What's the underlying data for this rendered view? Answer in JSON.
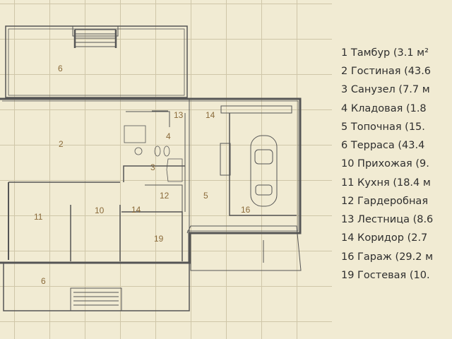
{
  "rooms": {
    "r6a": "6",
    "r2": "2",
    "r3": "3",
    "r4": "4",
    "r13": "13",
    "r14a": "14",
    "r5": "5",
    "r16": "16",
    "r12": "12",
    "r14b": "14",
    "r10": "10",
    "r11": "11",
    "r19": "19",
    "r6b": "6"
  },
  "legend": [
    "1 Тамбур (3.1 м²",
    "2 Гостиная (43.6",
    "3 Санузел (7.7 м",
    "4 Кладовая (1.8",
    "5 Топочная (15.",
    "6 Терраса (43.4",
    "10 Прихожая (9.",
    "11 Кухня (18.4 м",
    "12 Гардеробная",
    "13 Лестница (8.6",
    "14 Коридор (2.7",
    "16 Гараж (29.2 м",
    "19 Гостевая (10."
  ]
}
